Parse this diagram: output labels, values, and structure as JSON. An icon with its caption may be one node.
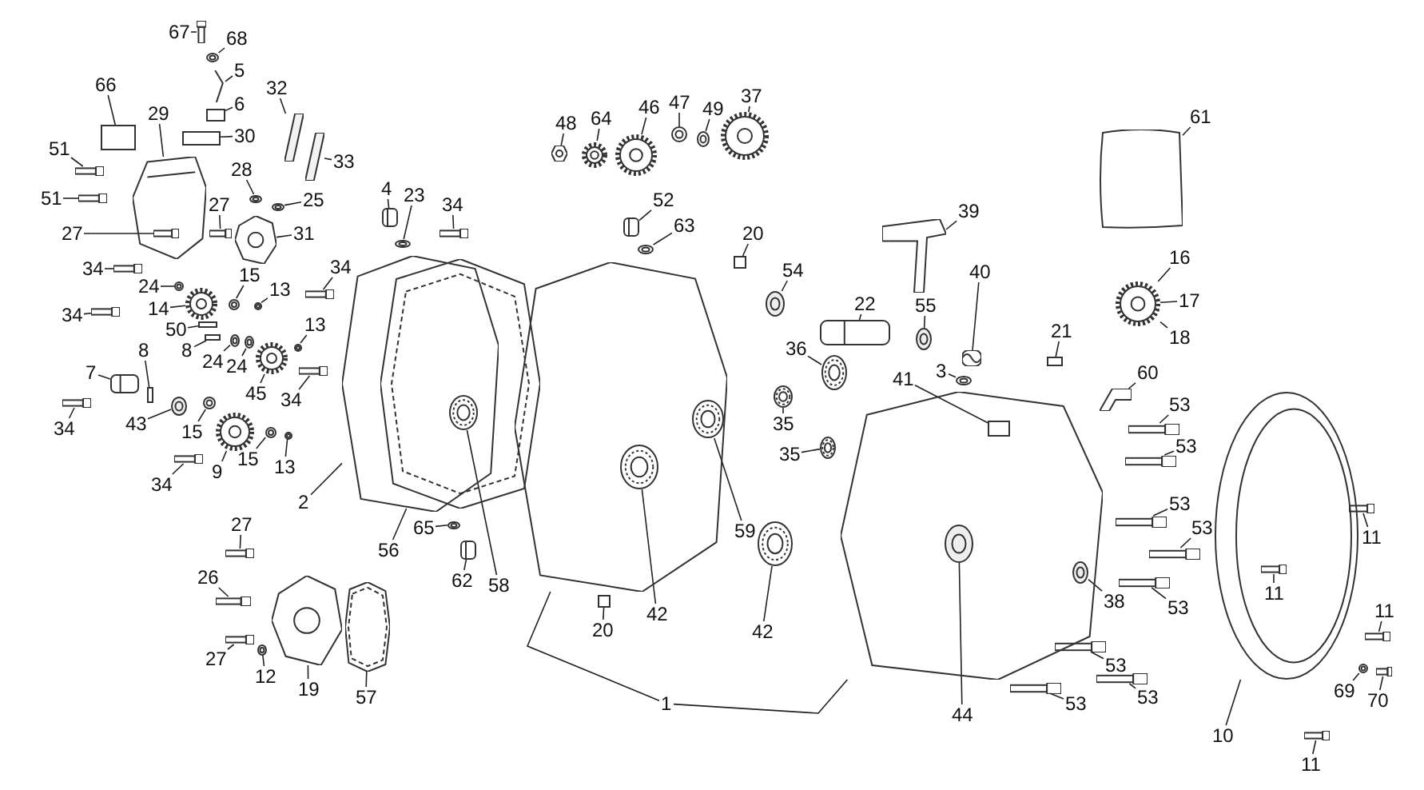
{
  "diagram": {
    "nodes": [
      {
        "text": [],
        "shape": "picture"
      },
      {
        "text": [],
        "shape": "picture"
      },
      {
        "text": [],
        "shape": "picture"
      },
      {
        "text": [],
        "shape": "picture"
      },
      {
        "text": [],
        "shape": "picture"
      },
      {
        "text": [],
        "shape": "picture"
      },
      {
        "text": [],
        "shape": "picture"
      },
      {
        "text": [],
        "shape": "picture"
      },
      {
        "text": [],
        "shape": "picture"
      },
      {
        "text": [],
        "shape": "picture"
      },
      {
        "text": [],
        "shape": "picture"
      },
      {
        "text": [],
        "shape": "picture"
      },
      {
        "text": [],
        "shape": "picture"
      },
      {
        "text": [
          "67"
        ]
      },
      {
        "text": [
          "68"
        ]
      },
      {
        "text": [
          "5"
        ]
      },
      {
        "text": [
          "6"
        ]
      },
      {
        "text": [
          "32"
        ]
      },
      {
        "text": [
          "30"
        ]
      },
      {
        "text": [
          "66"
        ]
      },
      {
        "text": [
          "29"
        ]
      },
      {
        "text": [
          "33"
        ]
      },
      {
        "text": [
          "51"
        ]
      },
      {
        "text": [
          "51"
        ]
      },
      {
        "text": [
          "28"
        ]
      },
      {
        "text": [
          "25"
        ]
      },
      {
        "text": [
          "27"
        ]
      },
      {
        "text": [
          "27"
        ]
      },
      {
        "text": [
          "31"
        ]
      },
      {
        "text": [
          "4"
        ]
      },
      {
        "text": [
          "23"
        ]
      },
      {
        "text": [
          "34"
        ]
      },
      {
        "text": [
          "34"
        ]
      },
      {
        "text": [
          "24"
        ]
      },
      {
        "text": [
          "15"
        ]
      },
      {
        "text": [
          "13"
        ]
      },
      {
        "text": [
          "34"
        ]
      },
      {
        "text": [
          "14"
        ]
      },
      {
        "text": [
          "34"
        ]
      },
      {
        "text": [
          "50"
        ]
      },
      {
        "text": [
          "8"
        ]
      },
      {
        "text": [
          "24"
        ]
      },
      {
        "text": [
          "24"
        ]
      },
      {
        "text": [
          "13"
        ]
      },
      {
        "text": [
          "45"
        ]
      },
      {
        "text": [
          "8"
        ]
      },
      {
        "text": [
          "7"
        ]
      },
      {
        "text": [
          "34"
        ]
      },
      {
        "text": [
          "34"
        ]
      },
      {
        "text": [
          "43"
        ]
      },
      {
        "text": [
          "15"
        ]
      },
      {
        "text": [
          "34"
        ]
      },
      {
        "text": [
          "9"
        ]
      },
      {
        "text": [
          "15"
        ]
      },
      {
        "text": [
          "13"
        ]
      },
      {
        "text": [
          "2"
        ]
      },
      {
        "text": [
          "56"
        ]
      },
      {
        "text": [
          "65"
        ]
      },
      {
        "text": [
          "62"
        ]
      },
      {
        "text": [
          "27"
        ]
      },
      {
        "text": [
          "26"
        ]
      },
      {
        "text": [
          "27"
        ]
      },
      {
        "text": [
          "12"
        ]
      },
      {
        "text": [
          "19"
        ]
      },
      {
        "text": [
          "57"
        ]
      },
      {
        "text": [
          "48"
        ]
      },
      {
        "text": [
          "64"
        ]
      },
      {
        "text": [
          "46"
        ]
      },
      {
        "text": [
          "47"
        ]
      },
      {
        "text": [
          "49"
        ]
      },
      {
        "text": [
          "37"
        ]
      },
      {
        "text": [
          "52"
        ]
      },
      {
        "text": [
          "63"
        ]
      },
      {
        "text": [
          "20"
        ]
      },
      {
        "text": [
          "54"
        ]
      },
      {
        "text": [
          "22"
        ]
      },
      {
        "text": [
          "55"
        ]
      },
      {
        "text": [
          "36"
        ]
      },
      {
        "text": [
          "35"
        ]
      },
      {
        "text": [
          "35"
        ]
      },
      {
        "text": [
          "41"
        ]
      },
      {
        "text": [
          "3"
        ]
      },
      {
        "text": [
          "39"
        ]
      },
      {
        "text": [
          "40"
        ]
      },
      {
        "text": [
          "61"
        ]
      },
      {
        "text": [
          "16"
        ]
      },
      {
        "text": [
          "17"
        ]
      },
      {
        "text": [
          "18"
        ]
      },
      {
        "text": [
          "21"
        ]
      },
      {
        "text": [
          "60"
        ]
      },
      {
        "text": [
          "53"
        ]
      },
      {
        "text": [
          "53"
        ]
      },
      {
        "text": [
          "59"
        ]
      },
      {
        "text": [
          "58"
        ]
      },
      {
        "text": [
          "42"
        ]
      },
      {
        "text": [
          "42"
        ]
      },
      {
        "text": [
          "20"
        ]
      },
      {
        "text": [
          "44"
        ]
      },
      {
        "text": [
          "38"
        ]
      },
      {
        "text": [
          "53"
        ]
      },
      {
        "text": [
          "53"
        ]
      },
      {
        "text": [
          "53"
        ]
      },
      {
        "text": [
          "53"
        ]
      },
      {
        "text": [
          "53"
        ]
      },
      {
        "text": [
          "53"
        ]
      },
      {
        "text": [
          "11"
        ]
      },
      {
        "text": [
          "11"
        ],
        "in": 6
      },
      {
        "text": [
          "11"
        ]
      },
      {
        "text": [
          "69"
        ]
      },
      {
        "text": [
          "70"
        ]
      },
      {
        "text": [
          "10"
        ]
      },
      {
        "text": [
          "11"
        ]
      },
      {
        "text": [
          "1"
        ]
      },
      {
        "text": [],
        "shape": "picture"
      },
      {
        "text": [],
        "shape": "circle"
      },
      {
        "text": [],
        "shape": "picture"
      },
      {
        "text": [],
        "shape": "box"
      },
      {
        "text": [],
        "shape": "picture"
      },
      {
        "text": [],
        "shape": "box"
      },
      {
        "text": [],
        "shape": "box"
      },
      {
        "text": [],
        "shape": "picture"
      },
      {
        "text": [],
        "shape": "picture"
      },
      {
        "text": [],
        "shape": "picture"
      },
      {
        "text": [],
        "shape": "circle"
      },
      {
        "text": [],
        "shape": "circle"
      },
      {
        "text": [],
        "shape": "picture"
      },
      {
        "text": [],
        "shape": "picture",
        "in": 0
      },
      {
        "text": [],
        "shape": "picture"
      },
      {
        "text": [],
        "shape": "circle"
      },
      {
        "text": [],
        "shape": "picture"
      },
      {
        "text": [],
        "shape": "picture"
      },
      {
        "text": [],
        "shape": "circle"
      },
      {
        "text": [],
        "shape": "circle"
      },
      {
        "text": [],
        "shape": "circle"
      },
      {
        "text": [],
        "shape": "picture"
      },
      {
        "text": [],
        "shape": "picture"
      },
      {
        "text": [],
        "shape": "picture"
      },
      {
        "text": [],
        "shape": "box"
      },
      {
        "text": [],
        "shape": "box"
      },
      {
        "text": [],
        "shape": "circle"
      },
      {
        "text": [],
        "shape": "circle"
      },
      {
        "text": [],
        "shape": "circle"
      },
      {
        "text": [],
        "shape": "picture"
      },
      {
        "text": [],
        "shape": "box"
      },
      {
        "text": [],
        "shape": "picture"
      },
      {
        "text": [],
        "shape": "picture"
      },
      {
        "text": [],
        "shape": "picture"
      },
      {
        "text": [],
        "shape": "circle"
      },
      {
        "text": [],
        "shape": "circle"
      },
      {
        "text": [],
        "shape": "picture"
      },
      {
        "text": [],
        "shape": "picture"
      },
      {
        "text": [],
        "shape": "circle"
      },
      {
        "text": [],
        "shape": "circle"
      },
      {
        "text": [],
        "shape": "circle"
      },
      {
        "text": [],
        "shape": "picture"
      },
      {
        "text": [],
        "shape": "picture"
      },
      {
        "text": [],
        "shape": "picture"
      },
      {
        "text": [],
        "shape": "picture"
      },
      {
        "text": [],
        "shape": "circle"
      },
      {
        "text": [],
        "shape": "picture"
      },
      {
        "text": [],
        "shape": "picture"
      },
      {
        "text": [],
        "shape": "picture"
      },
      {
        "text": [],
        "shape": "circle"
      },
      {
        "text": [],
        "shape": "circle"
      },
      {
        "text": [],
        "shape": "picture"
      },
      {
        "text": [],
        "shape": "picture"
      },
      {
        "text": [],
        "shape": "circle"
      },
      {
        "text": [],
        "shape": "box"
      },
      {
        "text": [],
        "shape": "circle"
      },
      {
        "text": [],
        "shape": "circle"
      },
      {
        "text": [],
        "shape": "circle"
      },
      {
        "text": [],
        "shape": "circle"
      },
      {
        "text": [],
        "shape": "circle"
      },
      {
        "text": [],
        "shape": "box",
        "in": 5
      },
      {
        "text": [],
        "shape": "circle"
      },
      {
        "text": [],
        "shape": "picture"
      },
      {
        "text": [],
        "shape": "box"
      },
      {
        "text": [],
        "shape": "picture"
      },
      {
        "text": [],
        "shape": "picture"
      },
      {
        "text": [],
        "shape": "picture"
      },
      {
        "text": [],
        "shape": "circle",
        "in": 4
      },
      {
        "text": [],
        "shape": "circle"
      },
      {
        "text": [],
        "shape": "circle",
        "in": 4
      },
      {
        "text": [],
        "shape": "circle"
      },
      {
        "text": [],
        "shape": "box"
      },
      {
        "text": [],
        "shape": "circle",
        "in": 5
      },
      {
        "text": [],
        "shape": "circle",
        "in": 5
      },
      {
        "text": [],
        "shape": "picture"
      },
      {
        "text": [],
        "shape": "picture"
      },
      {
        "text": [],
        "shape": "picture"
      },
      {
        "text": [],
        "shape": "picture"
      },
      {
        "text": [],
        "shape": "picture"
      },
      {
        "text": [],
        "shape": "picture"
      },
      {
        "text": [],
        "shape": "picture"
      },
      {
        "text": [],
        "shape": "picture",
        "in": 6
      },
      {
        "text": [],
        "shape": "picture"
      },
      {
        "text": [],
        "shape": "circle"
      },
      {
        "text": [],
        "shape": "picture"
      },
      {
        "text": [],
        "shape": "picture"
      }
    ],
    "edges": [
      {
        "from": 13,
        "to": 113,
        "arrow": "none"
      },
      {
        "from": 14,
        "to": 114,
        "arrow": "none"
      },
      {
        "from": 15,
        "to": 115,
        "arrow": "none"
      },
      {
        "from": 16,
        "to": 116,
        "arrow": "none"
      },
      {
        "from": 17,
        "to": 117,
        "arrow": "none"
      },
      {
        "from": 18,
        "to": 118,
        "arrow": "none"
      },
      {
        "from": 19,
        "to": 119,
        "arrow": "none"
      },
      {
        "from": 20,
        "to": 0,
        "arrow": "none"
      },
      {
        "from": 21,
        "to": 120,
        "arrow": "none"
      },
      {
        "from": 22,
        "to": 121,
        "arrow": "none"
      },
      {
        "from": 23,
        "to": 122,
        "arrow": "none"
      },
      {
        "from": 24,
        "to": 123,
        "arrow": "none"
      },
      {
        "from": 25,
        "to": 124,
        "arrow": "none"
      },
      {
        "from": 26,
        "to": 125,
        "arrow": "none"
      },
      {
        "from": 27,
        "to": 126,
        "arrow": "none"
      },
      {
        "from": 28,
        "to": 1,
        "arrow": "none"
      },
      {
        "from": 29,
        "to": 127,
        "arrow": "none"
      },
      {
        "from": 30,
        "to": 128,
        "arrow": "none"
      },
      {
        "from": 31,
        "to": 129,
        "arrow": "none"
      },
      {
        "from": 32,
        "to": 130,
        "arrow": "none"
      },
      {
        "from": 33,
        "to": 131,
        "arrow": "none"
      },
      {
        "from": 34,
        "to": 132,
        "arrow": "none"
      },
      {
        "from": 35,
        "to": 133,
        "arrow": "none"
      },
      {
        "from": 36,
        "to": 134,
        "arrow": "none"
      },
      {
        "from": 37,
        "to": 135,
        "arrow": "none"
      },
      {
        "from": 38,
        "to": 136,
        "arrow": "none"
      },
      {
        "from": 39,
        "to": 137,
        "arrow": "none"
      },
      {
        "from": 40,
        "to": 138,
        "arrow": "none"
      },
      {
        "from": 41,
        "to": 139,
        "arrow": "none"
      },
      {
        "from": 42,
        "to": 140,
        "arrow": "none"
      },
      {
        "from": 43,
        "to": 141,
        "arrow": "none"
      },
      {
        "from": 44,
        "to": 142,
        "arrow": "none"
      },
      {
        "from": 45,
        "to": 143,
        "arrow": "none"
      },
      {
        "from": 46,
        "to": 144,
        "arrow": "none"
      },
      {
        "from": 47,
        "to": 145,
        "arrow": "none"
      },
      {
        "from": 48,
        "to": 146,
        "arrow": "none"
      },
      {
        "from": 49,
        "to": 147,
        "arrow": "none"
      },
      {
        "from": 50,
        "to": 148,
        "arrow": "none"
      },
      {
        "from": 51,
        "to": 149,
        "arrow": "none"
      },
      {
        "from": 52,
        "to": 150,
        "arrow": "none"
      },
      {
        "from": 53,
        "to": 151,
        "arrow": "none"
      },
      {
        "from": 54,
        "to": 152,
        "arrow": "none"
      },
      {
        "from": 55,
        "to": 2,
        "arrow": "none"
      },
      {
        "from": 56,
        "to": 3,
        "arrow": "none"
      },
      {
        "from": 57,
        "to": 153,
        "arrow": "none"
      },
      {
        "from": 58,
        "to": 154,
        "arrow": "none"
      },
      {
        "from": 59,
        "to": 155,
        "arrow": "none"
      },
      {
        "from": 60,
        "to": 156,
        "arrow": "none"
      },
      {
        "from": 61,
        "to": 157,
        "arrow": "none"
      },
      {
        "from": 62,
        "to": 158,
        "arrow": "none"
      },
      {
        "from": 63,
        "to": 7,
        "arrow": "none"
      },
      {
        "from": 64,
        "to": 8,
        "arrow": "none"
      },
      {
        "from": 65,
        "to": 159,
        "arrow": "none"
      },
      {
        "from": 66,
        "to": 160,
        "arrow": "none"
      },
      {
        "from": 67,
        "to": 161,
        "arrow": "none"
      },
      {
        "from": 68,
        "to": 162,
        "arrow": "none"
      },
      {
        "from": 69,
        "to": 163,
        "arrow": "none"
      },
      {
        "from": 70,
        "to": 164,
        "arrow": "none"
      },
      {
        "from": 71,
        "to": 165,
        "arrow": "none"
      },
      {
        "from": 72,
        "to": 166,
        "arrow": "none"
      },
      {
        "from": 73,
        "to": 167,
        "arrow": "none"
      },
      {
        "from": 74,
        "to": 168,
        "arrow": "none"
      },
      {
        "from": 75,
        "to": 10,
        "arrow": "none"
      },
      {
        "from": 76,
        "to": 169,
        "arrow": "none"
      },
      {
        "from": 77,
        "to": 170,
        "arrow": "none"
      },
      {
        "from": 78,
        "to": 171,
        "arrow": "none"
      },
      {
        "from": 79,
        "to": 172,
        "arrow": "none"
      },
      {
        "from": 80,
        "to": 173,
        "arrow": "none"
      },
      {
        "from": 81,
        "to": 174,
        "arrow": "none"
      },
      {
        "from": 82,
        "to": 9,
        "arrow": "none"
      },
      {
        "from": 83,
        "to": 175,
        "arrow": "none"
      },
      {
        "from": 84,
        "to": 11,
        "arrow": "none"
      },
      {
        "from": 85,
        "to": 12,
        "arrow": "none"
      },
      {
        "from": 86,
        "to": 12,
        "arrow": "none"
      },
      {
        "from": 87,
        "to": 12,
        "arrow": "none"
      },
      {
        "from": 88,
        "to": 176,
        "arrow": "none"
      },
      {
        "from": 89,
        "to": 177,
        "arrow": "none"
      },
      {
        "from": 90,
        "to": 178,
        "arrow": "none"
      },
      {
        "from": 91,
        "to": 179,
        "arrow": "none"
      },
      {
        "from": 92,
        "to": 180,
        "arrow": "none"
      },
      {
        "from": 93,
        "to": 181,
        "arrow": "none"
      },
      {
        "from": 94,
        "to": 182,
        "arrow": "none"
      },
      {
        "from": 95,
        "to": 183,
        "arrow": "none"
      },
      {
        "from": 96,
        "to": 184,
        "arrow": "none"
      },
      {
        "from": 97,
        "to": 185,
        "arrow": "none"
      },
      {
        "from": 98,
        "to": 186,
        "arrow": "none"
      },
      {
        "from": 99,
        "to": 187,
        "arrow": "none"
      },
      {
        "from": 100,
        "to": 188,
        "arrow": "none"
      },
      {
        "from": 101,
        "to": 189,
        "arrow": "none"
      },
      {
        "from": 102,
        "to": 190,
        "arrow": "none"
      },
      {
        "from": 103,
        "to": 191,
        "arrow": "none"
      },
      {
        "from": 104,
        "to": 192,
        "arrow": "none"
      },
      {
        "from": 105,
        "to": 193,
        "arrow": "none"
      },
      {
        "from": 106,
        "to": 194,
        "arrow": "none"
      },
      {
        "from": 107,
        "to": 195,
        "arrow": "none"
      },
      {
        "from": 108,
        "to": 196,
        "arrow": "none"
      },
      {
        "from": 109,
        "to": 197,
        "arrow": "none"
      },
      {
        "from": 110,
        "to": 6,
        "arrow": "none"
      },
      {
        "from": 111,
        "to": 198,
        "arrow": "none"
      },
      {
        "from": 112,
        "to": 4,
        "arrow": "none"
      },
      {
        "from": 112,
        "to": 5,
        "arrow": "none"
      }
    ]
  }
}
